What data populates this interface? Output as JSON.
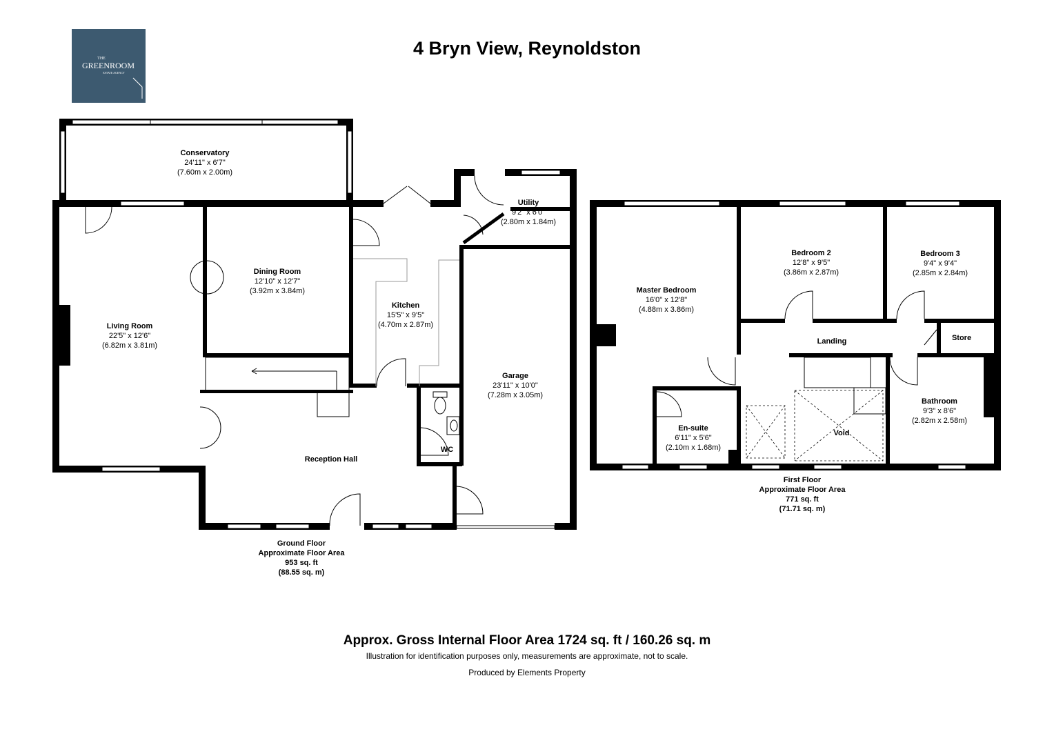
{
  "logo": {
    "prefix": "THE",
    "name": "GREENROOM",
    "tagline": "ESTATE AGENCY",
    "bg_color": "#3d5a70"
  },
  "title": "4 Bryn View, Reynoldston",
  "ground_floor": {
    "rooms": [
      {
        "id": "conservatory",
        "name": "Conservatory",
        "imperial": "24'11\" x 6'7\"",
        "metric": "(7.60m x 2.00m)"
      },
      {
        "id": "utility",
        "name": "Utility",
        "imperial": "9'2\" x 6'0\"",
        "metric": "(2.80m x 1.84m)"
      },
      {
        "id": "dining-room",
        "name": "Dining Room",
        "imperial": "12'10\" x 12'7\"",
        "metric": "(3.92m x 3.84m)"
      },
      {
        "id": "kitchen",
        "name": "Kitchen",
        "imperial": "15'5\" x 9'5\"",
        "metric": "(4.70m x 2.87m)"
      },
      {
        "id": "living-room",
        "name": "Living Room",
        "imperial": "22'5\" x 12'6\"",
        "metric": "(6.82m x 3.81m)"
      },
      {
        "id": "garage",
        "name": "Garage",
        "imperial": "23'11\" x 10'0\"",
        "metric": "(7.28m x 3.05m)"
      },
      {
        "id": "wc",
        "name": "WC"
      },
      {
        "id": "reception-hall",
        "name": "Reception Hall"
      }
    ],
    "area": {
      "label1": "Ground Floor",
      "label2": "Approximate Floor Area",
      "sqft": "953 sq. ft",
      "sqm": "(88.55 sq. m)"
    }
  },
  "first_floor": {
    "rooms": [
      {
        "id": "master-bedroom",
        "name": "Master Bedroom",
        "imperial": "16'0\" x 12'8\"",
        "metric": "(4.88m x 3.86m)"
      },
      {
        "id": "bedroom-2",
        "name": "Bedroom 2",
        "imperial": "12'8\" x 9'5\"",
        "metric": "(3.86m x 2.87m)"
      },
      {
        "id": "bedroom-3",
        "name": "Bedroom 3",
        "imperial": "9'4\" x 9'4\"",
        "metric": "(2.85m x 2.84m)"
      },
      {
        "id": "landing",
        "name": "Landing"
      },
      {
        "id": "store",
        "name": "Store"
      },
      {
        "id": "bathroom",
        "name": "Bathroom",
        "imperial": "9'3\" x 8'6\"",
        "metric": "(2.82m x 2.58m)"
      },
      {
        "id": "en-suite",
        "name": "En-suite",
        "imperial": "6'11\" x 5'6\"",
        "metric": "(2.10m x 1.68m)"
      },
      {
        "id": "void",
        "name": "Void"
      }
    ],
    "area": {
      "label1": "First Floor",
      "label2": "Approximate Floor Area",
      "sqft": "771 sq. ft",
      "sqm": "(71.71 sq. m)"
    }
  },
  "footer": {
    "gross": "Approx. Gross Internal Floor Area 1724 sq. ft / 160.26 sq. m",
    "disclaimer": "Illustration for identification purposes only, measurements are approximate, not to scale.",
    "produced": "Produced by Elements Property"
  }
}
